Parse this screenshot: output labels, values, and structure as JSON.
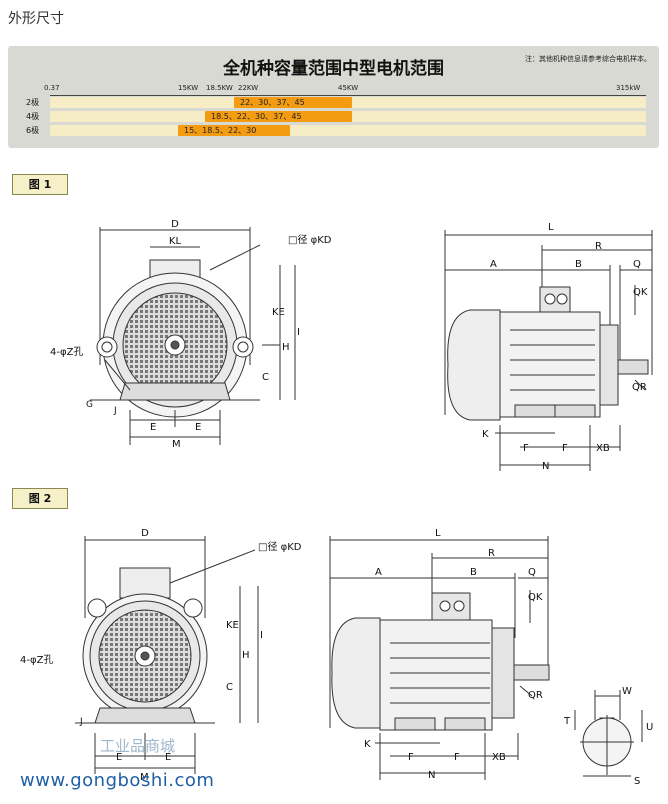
{
  "page": {
    "title": "外形尺寸"
  },
  "range_chart": {
    "title": "全机种容量范围中型电机范围",
    "note": "注：其他机种信息请参考综合电机样本。",
    "scale": [
      "0.37",
      "15KW",
      "18.5KW",
      "22KW",
      "45KW",
      "315kW"
    ],
    "rows": [
      {
        "pole": "2极",
        "values": "22、30、37、45"
      },
      {
        "pole": "4极",
        "values": "18.5、22、30、37、45"
      },
      {
        "pole": "6极",
        "values": "15、18.5、22、30"
      }
    ]
  },
  "figure1": {
    "label": "图 1",
    "dims": {
      "D": "D",
      "KL": "KL",
      "KD": "□径 φKD",
      "KE": "KE",
      "H": "H",
      "I": "I",
      "C": "C",
      "holes": "4-φZ孔",
      "G": "G",
      "J": "J",
      "E": "E",
      "M": "M",
      "L": "L",
      "R": "R",
      "A": "A",
      "B": "B",
      "Q": "Q",
      "QK": "QK",
      "QR": "QR",
      "K": "K",
      "F": "F",
      "N": "N",
      "XB": "XB"
    }
  },
  "figure2": {
    "label": "图 2",
    "dims": {
      "D": "D",
      "KD": "□径 φKD",
      "KE": "KE",
      "H": "H",
      "I": "I",
      "C": "C",
      "holes": "4-φZ孔",
      "J": "J",
      "E": "E",
      "M": "M",
      "L": "L",
      "R": "R",
      "A": "A",
      "B": "B",
      "Q": "Q",
      "QK": "QK",
      "QR": "QR",
      "K": "K",
      "F": "F",
      "N": "N",
      "XB": "XB",
      "W": "W",
      "T": "T",
      "U": "U",
      "S": "S"
    }
  },
  "watermark": {
    "url": "www.gongboshi.com",
    "cn": "工业品商城"
  },
  "colors": {
    "bar": "#f39c12",
    "row_bg": "#f6ecc6",
    "panel": "#d9d9d4",
    "label_bg": "#f5f0c8"
  }
}
